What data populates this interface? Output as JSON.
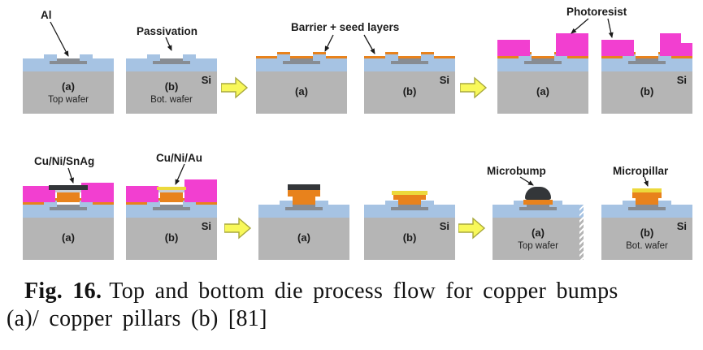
{
  "figure": {
    "colors": {
      "substrate": "#b5b5b5",
      "passivation": "#a6c3e3",
      "pad": "#878c93",
      "seed": "#e8821c",
      "photoresist": "#f23fd0",
      "solder": "#333639",
      "nickel": "#c9ced4",
      "gold": "#ecd93c",
      "arrow_fill": "#f8f85a",
      "arrow_stroke": "#a8a83c"
    },
    "icons": {
      "step_arrow": "yellow-block-arrow-right",
      "leader_arrow": "thin-black-arrow"
    },
    "row1": {
      "labels": {
        "al": "Al",
        "passivation": "Passivation",
        "barrier_seed": "Barrier + seed layers",
        "photoresist": "Photoresist"
      },
      "panels": [
        {
          "letter": "(a)",
          "caption": "Top wafer"
        },
        {
          "letter": "(b)",
          "caption": "Bot. wafer",
          "si": "Si"
        },
        {
          "letter": "(a)"
        },
        {
          "letter": "(b)",
          "si": "Si"
        },
        {
          "letter": "(a)"
        },
        {
          "letter": "(b)",
          "si": "Si"
        }
      ]
    },
    "row2": {
      "labels": {
        "cu_ni_snag": "Cu/Ni/SnAg",
        "cu_ni_au": "Cu/Ni/Au",
        "microbump": "Microbump",
        "micropillar": "Micropillar"
      },
      "panels": [
        {
          "letter": "(a)"
        },
        {
          "letter": "(b)",
          "si": "Si"
        },
        {
          "letter": "(a)"
        },
        {
          "letter": "(b)",
          "si": "Si"
        },
        {
          "letter": "(a)",
          "caption": "Top wafer"
        },
        {
          "letter": "(b)",
          "caption": "Bot. wafer",
          "si": "Si"
        }
      ]
    },
    "caption": {
      "fig_label": "Fig. 16.",
      "line1": "Top and bottom die process flow for copper bumps",
      "line2": "(a)/ copper pillars (b) [81]"
    }
  }
}
